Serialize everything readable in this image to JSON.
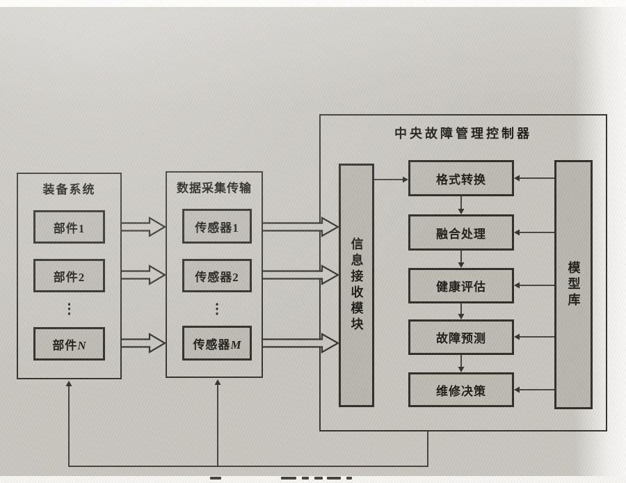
{
  "equipment": {
    "title": "装备系统",
    "comp1": "部件1",
    "comp2": "部件2",
    "dots": "⋮",
    "compN_prefix": "部件",
    "compN_var": "N"
  },
  "acquisition": {
    "title": "数据采集传输",
    "sensor1": "传感器1",
    "sensor2": "传感器2",
    "dots": "⋮",
    "sensorM_prefix": "传感器",
    "sensorM_var": "M"
  },
  "controller": {
    "title": "中央故障管理控制器",
    "receiver": "信息接收模块",
    "model_library": "模型库",
    "steps": [
      "格式转换",
      "融合处理",
      "健康评估",
      "故障预测",
      "维修决策"
    ]
  },
  "colors": {
    "paper": "#c9c6c0",
    "box_fill": "#bdbab4",
    "module_fill": "#b9b6af",
    "line": "#34322d"
  }
}
